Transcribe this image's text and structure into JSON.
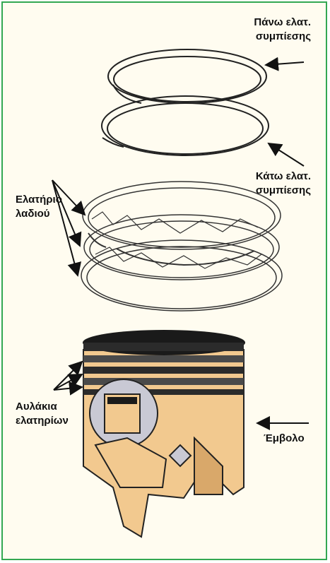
{
  "labels": {
    "top_compression_ring": [
      "Πάνω ελατ.",
      "συμπίεσης"
    ],
    "bottom_compression_ring": [
      "Κάτω ελατ.",
      "συμπίεσης"
    ],
    "oil_ring": [
      "Ελατήριο",
      "λαδιού"
    ],
    "ring_grooves": [
      "Αυλάκια",
      "ελατηρίων"
    ],
    "piston": "Έμβολο"
  },
  "colors": {
    "frame_border": "#33a852",
    "background": "#fffcf0",
    "piston_body": "#f2c98f",
    "piston_shadow": "#d9a86a",
    "ring_lines": "#222222",
    "pin_boss": "#c9c9d4",
    "groove_bands": "#2b2b2b"
  }
}
